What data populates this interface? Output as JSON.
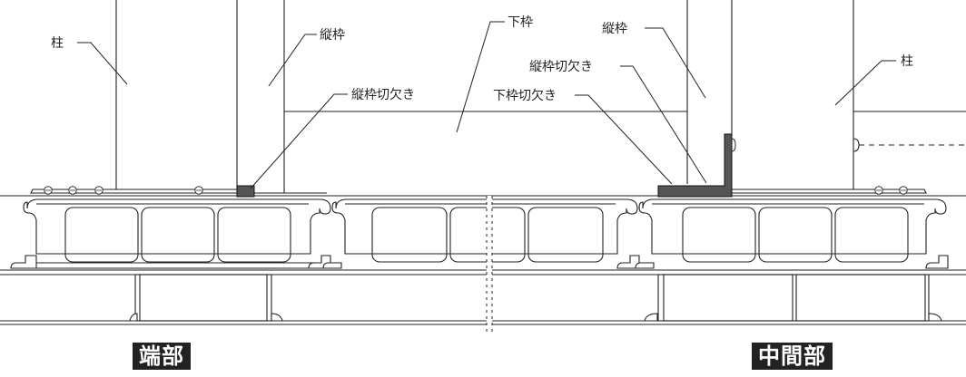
{
  "callouts": {
    "column_left": "柱",
    "vertical_frame_left": "縦枠",
    "vertical_frame_notch_left": "縦枠切欠き",
    "bottom_frame": "下枠",
    "vertical_frame_right": "縦枠",
    "vertical_frame_notch_right": "縦枠切欠き",
    "bottom_frame_notch": "下枠切欠き",
    "column_right": "柱"
  },
  "sections": {
    "end": "端部",
    "middle": "中間部"
  }
}
